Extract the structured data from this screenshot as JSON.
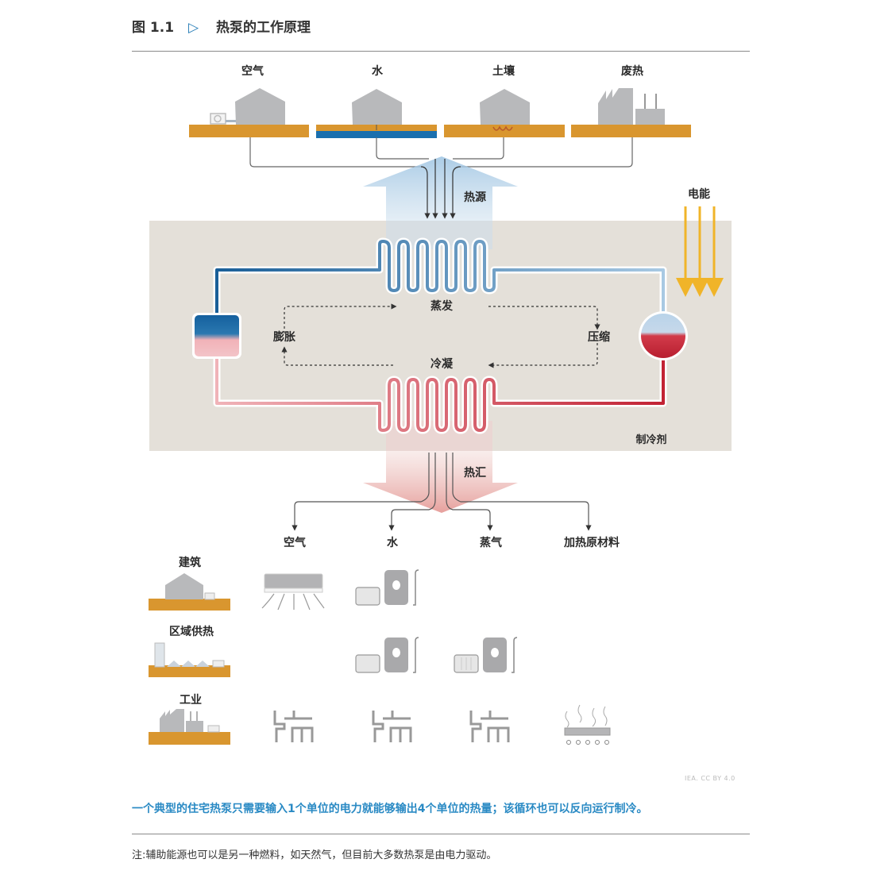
{
  "figure": {
    "number": "图 1.1",
    "marker_icon": "triangle-right-outline-icon",
    "title": "热泵的工作原理"
  },
  "heat_sources": {
    "items": [
      {
        "label": "空气",
        "icon": "house-with-air-unit-icon"
      },
      {
        "label": "水",
        "icon": "house-over-water-icon"
      },
      {
        "label": "土壤",
        "icon": "house-with-ground-loop-icon"
      },
      {
        "label": "废热",
        "icon": "factory-icon"
      }
    ],
    "arrow_label": "热源"
  },
  "cycle": {
    "electric_energy_label": "电能",
    "evaporation_label": "蒸发",
    "condensation_label": "冷凝",
    "expansion_label": "膨胀",
    "compression_label": "压缩",
    "refrigerant_legend_label": "制冷剂",
    "colors": {
      "cold": "#1f6fa8",
      "hot": "#c8283a",
      "panel": "#e4e0d9",
      "electric": "#f0b429",
      "ground": "#d9962f",
      "water": "#1a6fae"
    }
  },
  "heat_sinks": {
    "arrow_label": "热汇",
    "outputs": [
      "空气",
      "水",
      "蒸气",
      "加热原材料"
    ],
    "sectors": [
      {
        "label": "建筑",
        "icons": [
          "air-conditioner-icon",
          "radiator-and-boiler-icon"
        ]
      },
      {
        "label": "区域供热",
        "icons": [
          "radiator-and-boiler-icon",
          "radiator-and-boiler-icon"
        ]
      },
      {
        "label": "工业",
        "icons": [
          "pipework-icon",
          "pipework-icon",
          "pipework-icon",
          "heating-plate-icon"
        ]
      }
    ]
  },
  "credit": "IEA. CC BY 4.0",
  "caption": "一个典型的住宅热泵只需要输入1个单位的电力就能够输出4个单位的热量；该循环也可以反向运行制冷。",
  "note": "注:辅助能源也可以是另一种燃料，如天然气，但目前大多数热泵是由电力驱动。"
}
